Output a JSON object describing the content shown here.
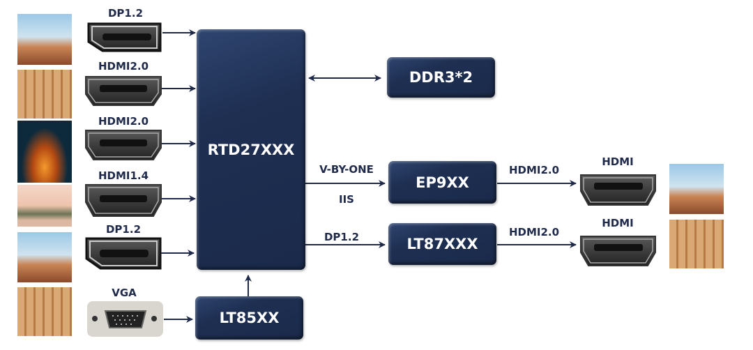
{
  "inputs": [
    {
      "label": "DP1.2",
      "type": "dp"
    },
    {
      "label": "HDMI2.0",
      "type": "hdmi"
    },
    {
      "label": "HDMI2.0",
      "type": "hdmi"
    },
    {
      "label": "HDMI1.4",
      "type": "hdmi"
    },
    {
      "label": "DP1.2",
      "type": "dp"
    },
    {
      "label": "VGA",
      "type": "vga"
    }
  ],
  "chips": {
    "main": "RTD27XXX",
    "memory": "DDR3*2",
    "vga_converter": "LT85XX",
    "vbyone_converter": "EP9XX",
    "dp_converter": "LT87XXX"
  },
  "links": {
    "vbyone": "V-BY-ONE",
    "iis": "IIS",
    "dp": "DP1.2",
    "out1": "HDMI2.0",
    "out2": "HDMI2.0"
  },
  "outputs": [
    {
      "label": "HDMI"
    },
    {
      "label": "HDMI"
    }
  ],
  "colors": {
    "chip": "#1e2f52",
    "arrow": "#1f2a4a",
    "label": "#1f2a4a"
  }
}
